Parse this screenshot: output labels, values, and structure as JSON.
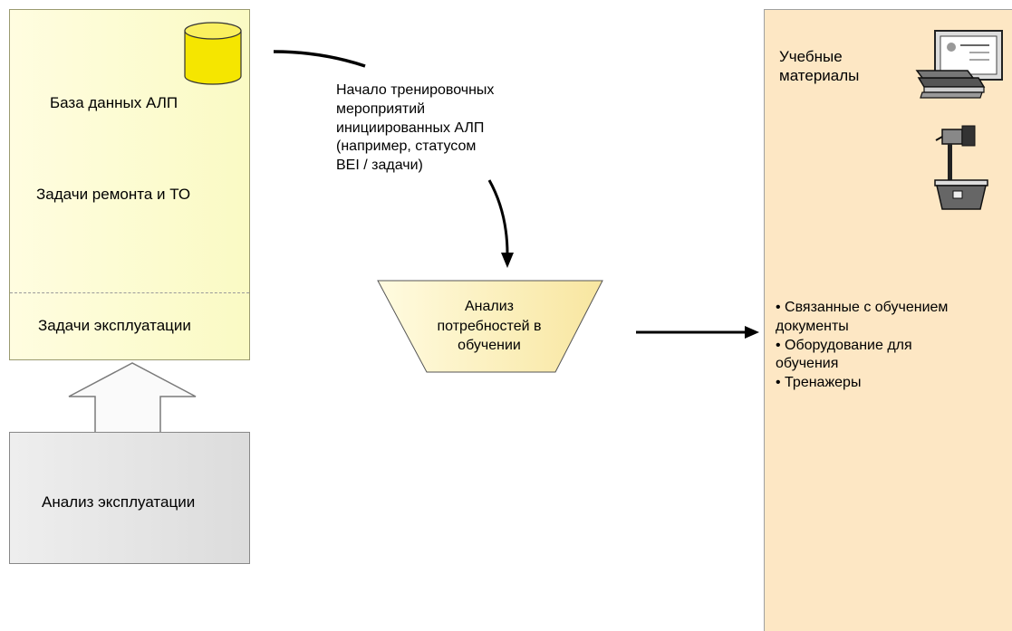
{
  "left_panel": {
    "database_label": "База данных АЛП",
    "maintenance_tasks": "Задачи ремонта и ТО",
    "operation_tasks": "Задачи эксплуатации"
  },
  "ops_analysis": {
    "label": "Анализ эксплуатации"
  },
  "note": {
    "lines": [
      "Начало тренировочных",
      "мероприятий",
      "инициированных АЛП",
      "(например, статусом",
      "BEI / задачи)"
    ]
  },
  "tna": {
    "lines": [
      "Анализ",
      "потребностей в",
      "обучении"
    ]
  },
  "materials": {
    "title_lines": [
      "Учебные",
      "материалы"
    ],
    "items_lines": [
      "•   Связанные с обучением",
      "документы",
      "•   Оборудование для",
      "обучения",
      "•   Тренажеры"
    ]
  },
  "colors": {
    "left_panel": "#fafac4",
    "database_cylinder": "#f5e600",
    "ops_box": "#dcdcdc",
    "funnel": "#fdf0b0",
    "materials_panel": "#fde7c4"
  },
  "icons": [
    "database-cylinder-icon",
    "certificate-books-icon",
    "overhead-projector-icon"
  ]
}
